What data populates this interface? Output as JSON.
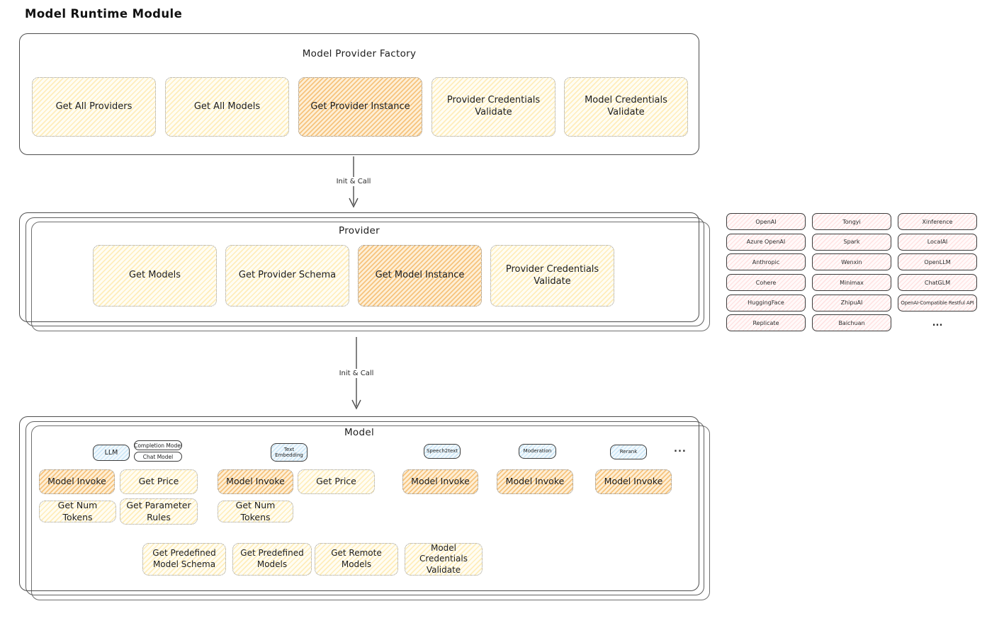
{
  "title": "Model Runtime Module",
  "factory": {
    "title": "Model Provider Factory",
    "buttons": [
      {
        "label": "Get All Providers",
        "highlighted": false
      },
      {
        "label": "Get All Models",
        "highlighted": false
      },
      {
        "label": "Get Provider Instance",
        "highlighted": true
      },
      {
        "label": "Provider Credentials Validate",
        "highlighted": false
      },
      {
        "label": "Model Credentials Validate",
        "highlighted": false
      }
    ]
  },
  "arrows": {
    "factory_to_provider": "Init & Call",
    "provider_to_model": "Init & Call"
  },
  "provider": {
    "title": "Provider",
    "buttons": [
      {
        "label": "Get Models",
        "highlighted": false
      },
      {
        "label": "Get Provider Schema",
        "highlighted": false
      },
      {
        "label": "Get Model Instance",
        "highlighted": true
      },
      {
        "label": "Provider Credentials Validate",
        "highlighted": false
      }
    ]
  },
  "providers_grid": {
    "columns": [
      [
        "OpenAI",
        "Azure OpenAI",
        "Anthropic",
        "Cohere",
        "HuggingFace",
        "Replicate"
      ],
      [
        "Tongyi",
        "Spark",
        "Wenxin",
        "Minimax",
        "ZhipuAI",
        "Baichuan"
      ],
      [
        "Xinference",
        "LocalAI",
        "OpenLLM",
        "ChatGLM",
        "OpenAI-Compatible Restful API"
      ]
    ],
    "more": "..."
  },
  "model": {
    "title": "Model",
    "tabs": {
      "llm": "LLM",
      "completion_model": "Completion Model",
      "chat_model": "Chat Model",
      "text_embedding": "Text Embedding",
      "speech2text": "Speech2text",
      "moderation": "Moderation",
      "rerank": "Rerank",
      "more": "..."
    },
    "llm": {
      "invoke": "Model Invoke",
      "price": "Get Price",
      "num_tokens": "Get Num Tokens",
      "parameter_rules": "Get Parameter Rules"
    },
    "text_embedding": {
      "invoke": "Model Invoke",
      "price": "Get Price",
      "num_tokens": "Get Num Tokens"
    },
    "speech2text": {
      "invoke": "Model Invoke"
    },
    "moderation": {
      "invoke": "Model Invoke"
    },
    "rerank": {
      "invoke": "Model Invoke"
    },
    "bottom_buttons": [
      "Get Predefined Model Schema",
      "Get Predefined Models",
      "Get Remote Models",
      "Model Credentials Validate"
    ]
  },
  "colors": {
    "stroke": "#4d4d4d",
    "yellow_hatch": "#ffe08a",
    "orange_hatch": "#f5b35c",
    "pink_hatch": "#ffb4b4",
    "blue_hatch": "#9fd0ee"
  }
}
